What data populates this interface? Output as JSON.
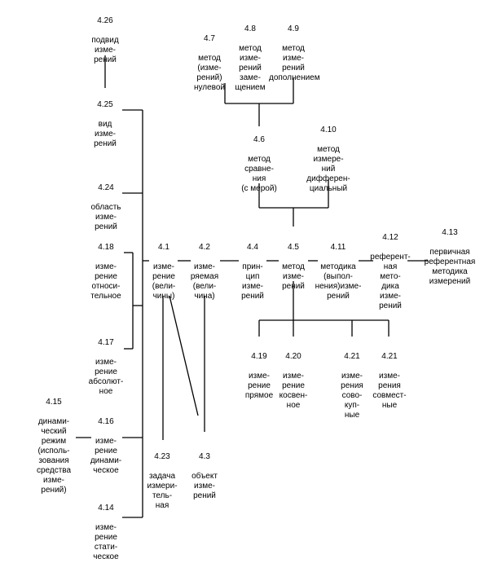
{
  "nodes": {
    "n426": {
      "num": "4.26",
      "label": "подвид\nизме-\nрений"
    },
    "n425": {
      "num": "4.25",
      "label": "вид\nизме-\nрений"
    },
    "n424": {
      "num": "4.24",
      "label": "область\nизме-\nрений"
    },
    "n418": {
      "num": "4.18",
      "label": "изме-\nрение\nотноси-\nтельное"
    },
    "n417": {
      "num": "4.17",
      "label": "изме-\nрение\nабсолют-\nное"
    },
    "n415": {
      "num": "4.15",
      "label": "динами-\nческий\nрежим\n(исполь-\nзования\nсредства\nизме-\nрений)"
    },
    "n416": {
      "num": "4.16",
      "label": "изме-\nрение\nдинами-\nческое"
    },
    "n414": {
      "num": "4.14",
      "label": "изме-\nрение\nстати-\nческое"
    },
    "n41": {
      "num": "4.1",
      "label": "изме-\nрение\n(вели-\nчины)"
    },
    "n42": {
      "num": "4.2",
      "label": "изме-\nряемая\n(вели-\nчина)"
    },
    "n423": {
      "num": "4.23",
      "label": "задача\nизмери-\nтель-\nная"
    },
    "n43": {
      "num": "4.3",
      "label": "объект\nизме-\nрений"
    },
    "n44": {
      "num": "4.4",
      "label": "прин-\nцип\nизме-\nрений"
    },
    "n45": {
      "num": "4.5",
      "label": "метод\nизме-\nрений"
    },
    "n47": {
      "num": "4.7",
      "label": "метод\n(изме-\nрений)\nнулевой"
    },
    "n48": {
      "num": "4.8",
      "label": "метод\nизме-\nрений\nзаме-\nщением"
    },
    "n49": {
      "num": "4.9",
      "label": "метод\nизме-\nрений\nдополнением"
    },
    "n46": {
      "num": "4.6",
      "label": "метод\nсравне-\nния\n(с мерой)"
    },
    "n410": {
      "num": "4.10",
      "label": "метод\nизмере-\nний\nдифферен-\nциальный"
    },
    "n411": {
      "num": "4.11",
      "label": "методика\n(выпол-\nнения)изме-\nрений"
    },
    "n412": {
      "num": "4.12",
      "label": "референт-\nная\nмето-\nдика\nизме-\nрений"
    },
    "n413": {
      "num": "4.13",
      "label": "первичная\nреферентная\nметодика\nизмерений"
    },
    "n419": {
      "num": "4.19",
      "label": "изме-\nрение\nпрямое"
    },
    "n420": {
      "num": "4.20",
      "label": "изме-\nрение\nкосвен-\nное"
    },
    "n421a": {
      "num": "4.21",
      "label": "изме-\nрения\nсово-\nкуп-\nные"
    },
    "n421b": {
      "num": "4.21",
      "label": "изме-\nрения\nсовмест-\nные"
    }
  }
}
